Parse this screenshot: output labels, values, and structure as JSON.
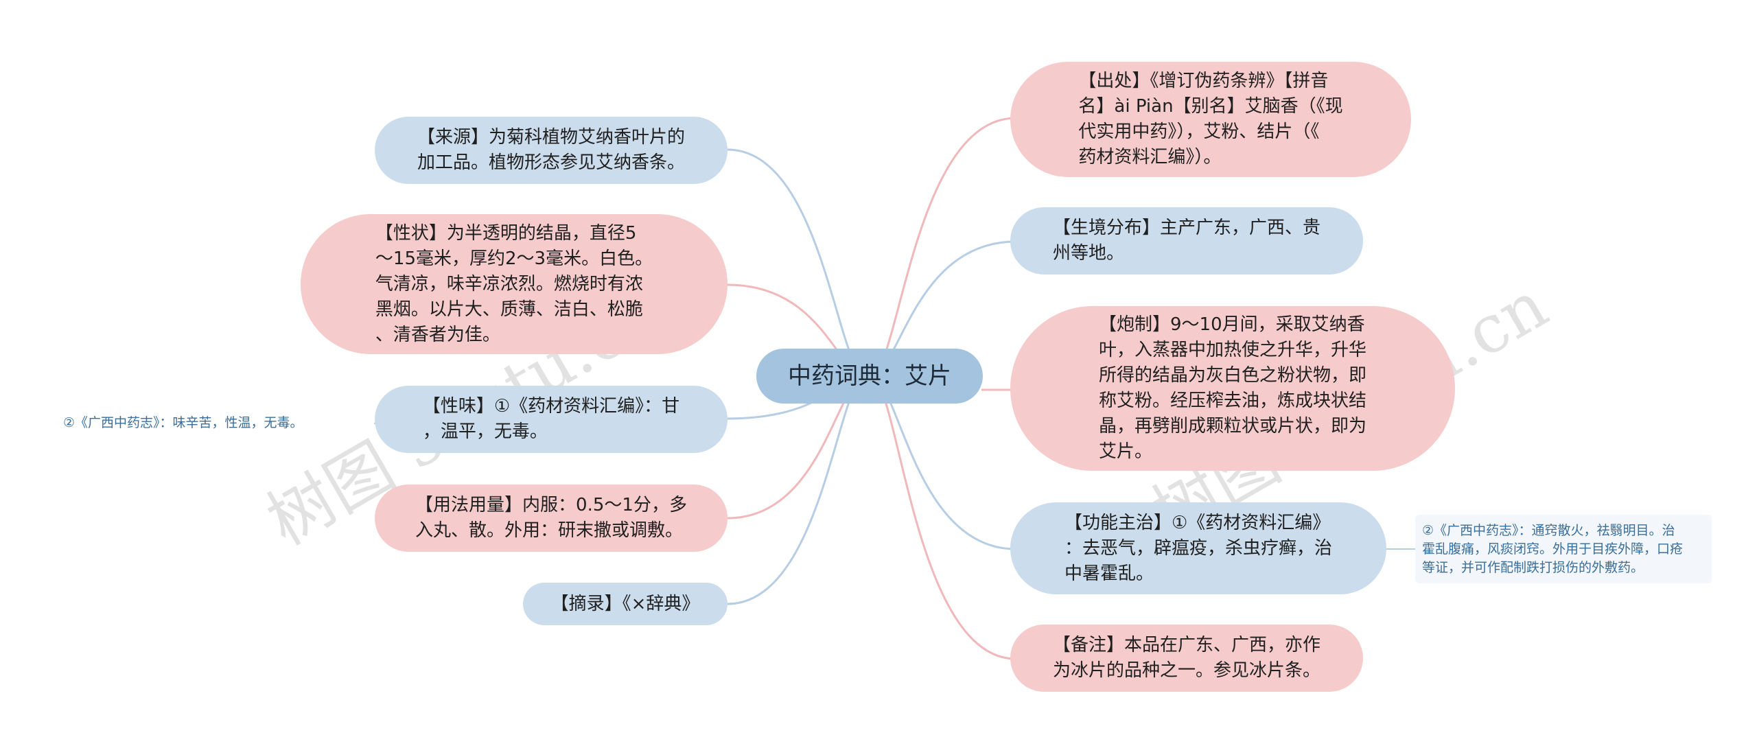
{
  "root": {
    "label": "中药词典：艾片"
  },
  "left_nodes": [
    {
      "id": "source",
      "text": "【来源】为菊科植物艾纳香叶片的\n加工品。植物形态参见艾纳香条。",
      "color": "blue"
    },
    {
      "id": "properties",
      "text": "【性状】为半透明的结晶，直径5\n～15毫米，厚约2～3毫米。白色。\n气清凉，味辛凉浓烈。燃烧时有浓\n黑烟。以片大、质薄、洁白、松脆\n、清香者为佳。",
      "color": "pink"
    },
    {
      "id": "taste",
      "text": "【性味】①《药材资料汇编》：甘\n，温平，无毒。",
      "color": "blue"
    },
    {
      "id": "dosage",
      "text": "【用法用量】内服：0.5～1分，多\n入丸、散。外用：研末撒或调敷。",
      "color": "pink"
    },
    {
      "id": "excerpt",
      "text": "【摘录】《×辞典》",
      "color": "blue"
    }
  ],
  "right_nodes": [
    {
      "id": "origin",
      "text": "【出处】《增订伪药条辨》【拼音\n名】ài Piàn【别名】艾脑香（《现\n代实用中药》），艾粉、结片（《\n药材资料汇编》）。",
      "color": "pink"
    },
    {
      "id": "habitat",
      "text": "【生境分布】主产广东，广西、贵\n州等地。",
      "color": "blue"
    },
    {
      "id": "processing",
      "text": "【炮制】9～10月间，采取艾纳香\n叶，入蒸器中加热使之升华，升华\n所得的结晶为灰白色之粉状物，即\n称艾粉。经压榨去油，炼成块状结\n晶，再劈削成颗粒状或片状，即为\n艾片。",
      "color": "pink"
    },
    {
      "id": "function",
      "text": "【功能主治】①《药材资料汇编》\n：去恶气，辟瘟疫，杀虫疗癣，治\n中暑霍乱。",
      "color": "blue"
    },
    {
      "id": "remark",
      "text": "【备注】本品在广东、广西，亦作\n为冰片的品种之一。参见冰片条。",
      "color": "pink"
    }
  ],
  "notes": [
    {
      "id": "taste-note",
      "text": "②《广西中药志》：味辛苦，性温，无毒。"
    },
    {
      "id": "function-note",
      "text": "②《广西中药志》：通窍散火，祛翳明目。治\n霍乱腹痛，风痰闭窍。外用于目疾外障，口疮\n等证，并可作配制跌打损伤的外敷药。"
    }
  ],
  "watermarks": [
    "树图 shutu.cn",
    "树图 shutu.cn"
  ],
  "colors": {
    "pink_node": "#f6cbcc",
    "blue_node": "#cbdcec",
    "root": "#a3c3de",
    "pink_edge": "#f0b8ba",
    "blue_edge": "#b6cde3"
  }
}
